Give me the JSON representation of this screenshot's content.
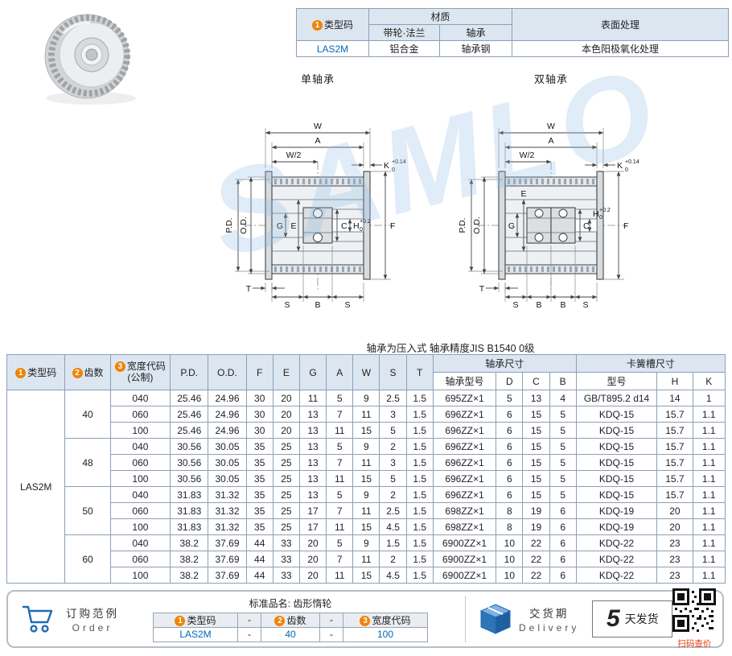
{
  "spec_table": {
    "header_num": "1",
    "header_type_code": "类型码",
    "material": "材质",
    "material_pulley": "带轮·法兰",
    "material_bearing": "轴承",
    "surface": "表面处理",
    "type_code": "LAS2M",
    "value_pulley": "铝合金",
    "value_bearing": "轴承钢",
    "value_surface": "本色阳极氧化处理"
  },
  "drawings": {
    "single_title": "单轴承",
    "double_title": "双轴承",
    "note": "轴承为压入式 轴承精度JIS B1540 0级",
    "watermark": "SAMLO",
    "dims": {
      "W": "W",
      "A": "A",
      "half_W": "W/2",
      "K": "K",
      "K_tol_up": "+0.14",
      "K_tol_dn": "0",
      "PD": "P.D.",
      "OD": "O.D.",
      "G": "G",
      "E": "E",
      "C": "C",
      "H": "H",
      "H_tol_up": "+0.2",
      "H_tol_dn": "0",
      "F": "F",
      "T": "T",
      "S": "S",
      "B": "B"
    }
  },
  "main_table": {
    "headers": {
      "type_code_num": "1",
      "type_code": "类型码",
      "teeth_num": "2",
      "teeth": "齿数",
      "width_num": "3",
      "width_line1": "宽度代码",
      "width_line2": "(公制)",
      "cols": [
        "P.D.",
        "O.D.",
        "F",
        "E",
        "G",
        "A",
        "W",
        "S",
        "T"
      ],
      "bearing_group": "轴承尺寸",
      "bearing_cols": [
        "轴承型号",
        "D",
        "C",
        "B"
      ],
      "circlip_group": "卡簧槽尺寸",
      "circlip_cols": [
        "型号",
        "H",
        "K"
      ]
    },
    "type_code": "LAS2M",
    "groups": [
      {
        "teeth": "40",
        "rows": [
          {
            "width": "040",
            "pd": "25.46",
            "od": "24.96",
            "f": "30",
            "e": "20",
            "g": "11",
            "a": "5",
            "w": "9",
            "s": "2.5",
            "t": "1.5",
            "bearing": "695ZZ×1",
            "d": "5",
            "c": "13",
            "b": "4",
            "model": "GB/T895.2 d14",
            "h": "14",
            "k": "1"
          },
          {
            "width": "060",
            "pd": "25.46",
            "od": "24.96",
            "f": "30",
            "e": "20",
            "g": "13",
            "a": "7",
            "w": "11",
            "s": "3",
            "t": "1.5",
            "bearing": "696ZZ×1",
            "d": "6",
            "c": "15",
            "b": "5",
            "model": "KDQ-15",
            "h": "15.7",
            "k": "1.1"
          },
          {
            "width": "100",
            "pd": "25.46",
            "od": "24.96",
            "f": "30",
            "e": "20",
            "g": "13",
            "a": "11",
            "w": "15",
            "s": "5",
            "t": "1.5",
            "bearing": "696ZZ×1",
            "d": "6",
            "c": "15",
            "b": "5",
            "model": "KDQ-15",
            "h": "15.7",
            "k": "1.1"
          }
        ]
      },
      {
        "teeth": "48",
        "rows": [
          {
            "width": "040",
            "pd": "30.56",
            "od": "30.05",
            "f": "35",
            "e": "25",
            "g": "13",
            "a": "5",
            "w": "9",
            "s": "2",
            "t": "1.5",
            "bearing": "696ZZ×1",
            "d": "6",
            "c": "15",
            "b": "5",
            "model": "KDQ-15",
            "h": "15.7",
            "k": "1.1"
          },
          {
            "width": "060",
            "pd": "30.56",
            "od": "30.05",
            "f": "35",
            "e": "25",
            "g": "13",
            "a": "7",
            "w": "11",
            "s": "3",
            "t": "1.5",
            "bearing": "696ZZ×1",
            "d": "6",
            "c": "15",
            "b": "5",
            "model": "KDQ-15",
            "h": "15.7",
            "k": "1.1"
          },
          {
            "width": "100",
            "pd": "30.56",
            "od": "30.05",
            "f": "35",
            "e": "25",
            "g": "13",
            "a": "11",
            "w": "15",
            "s": "5",
            "t": "1.5",
            "bearing": "696ZZ×1",
            "d": "6",
            "c": "15",
            "b": "5",
            "model": "KDQ-15",
            "h": "15.7",
            "k": "1.1"
          }
        ]
      },
      {
        "teeth": "50",
        "rows": [
          {
            "width": "040",
            "pd": "31.83",
            "od": "31.32",
            "f": "35",
            "e": "25",
            "g": "13",
            "a": "5",
            "w": "9",
            "s": "2",
            "t": "1.5",
            "bearing": "696ZZ×1",
            "d": "6",
            "c": "15",
            "b": "5",
            "model": "KDQ-15",
            "h": "15.7",
            "k": "1.1"
          },
          {
            "width": "060",
            "pd": "31.83",
            "od": "31.32",
            "f": "35",
            "e": "25",
            "g": "17",
            "a": "7",
            "w": "11",
            "s": "2.5",
            "t": "1.5",
            "bearing": "698ZZ×1",
            "d": "8",
            "c": "19",
            "b": "6",
            "model": "KDQ-19",
            "h": "20",
            "k": "1.1"
          },
          {
            "width": "100",
            "pd": "31.83",
            "od": "31.32",
            "f": "35",
            "e": "25",
            "g": "17",
            "a": "11",
            "w": "15",
            "s": "4.5",
            "t": "1.5",
            "bearing": "698ZZ×1",
            "d": "8",
            "c": "19",
            "b": "6",
            "model": "KDQ-19",
            "h": "20",
            "k": "1.1"
          }
        ]
      },
      {
        "teeth": "60",
        "rows": [
          {
            "width": "040",
            "pd": "38.2",
            "od": "37.69",
            "f": "44",
            "e": "33",
            "g": "20",
            "a": "5",
            "w": "9",
            "s": "1.5",
            "t": "1.5",
            "bearing": "6900ZZ×1",
            "d": "10",
            "c": "22",
            "b": "6",
            "model": "KDQ-22",
            "h": "23",
            "k": "1.1"
          },
          {
            "width": "060",
            "pd": "38.2",
            "od": "37.69",
            "f": "44",
            "e": "33",
            "g": "20",
            "a": "7",
            "w": "11",
            "s": "2",
            "t": "1.5",
            "bearing": "6900ZZ×1",
            "d": "10",
            "c": "22",
            "b": "6",
            "model": "KDQ-22",
            "h": "23",
            "k": "1.1"
          },
          {
            "width": "100",
            "pd": "38.2",
            "od": "37.69",
            "f": "44",
            "e": "33",
            "g": "20",
            "a": "11",
            "w": "15",
            "s": "4.5",
            "t": "1.5",
            "bearing": "6900ZZ×1",
            "d": "10",
            "c": "22",
            "b": "6",
            "model": "KDQ-22",
            "h": "23",
            "k": "1.1"
          }
        ]
      }
    ]
  },
  "footer": {
    "order_title": "订购范例",
    "order_subtitle": "Order",
    "product_label": "标准品名: 齿形惰轮",
    "col1_num": "1",
    "col1": "类型码",
    "col2_num": "2",
    "col2": "齿数",
    "col3_num": "3",
    "col3": "宽度代码",
    "dash": "-",
    "example": [
      "LAS2M",
      "40",
      "100"
    ],
    "delivery_title": "交货期",
    "delivery_subtitle": "Delivery",
    "days": "5",
    "days_suffix": "天发货",
    "qr_caption": "扫码查价"
  }
}
